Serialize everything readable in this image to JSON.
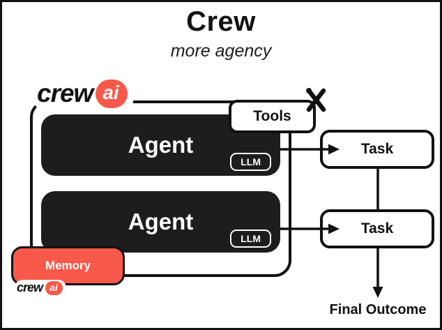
{
  "title": "Crew",
  "subtitle": "more agency",
  "logo": {
    "crew_text": "crew",
    "ai_text": "ai"
  },
  "crew": {
    "tools": {
      "label": "Tools"
    },
    "agents": [
      {
        "label": "Agent",
        "llm_badge": "LLM"
      },
      {
        "label": "Agent",
        "llm_badge": "LLM"
      }
    ],
    "memory": {
      "label": "Memory"
    }
  },
  "tasks": [
    {
      "label": "Task"
    },
    {
      "label": "Task"
    }
  ],
  "final_outcome_label": "Final Outcome",
  "colors": {
    "accent_red": "#f8594a",
    "box_black": "#1d1d1d",
    "line_black": "#111111",
    "background": "#ffffff"
  }
}
